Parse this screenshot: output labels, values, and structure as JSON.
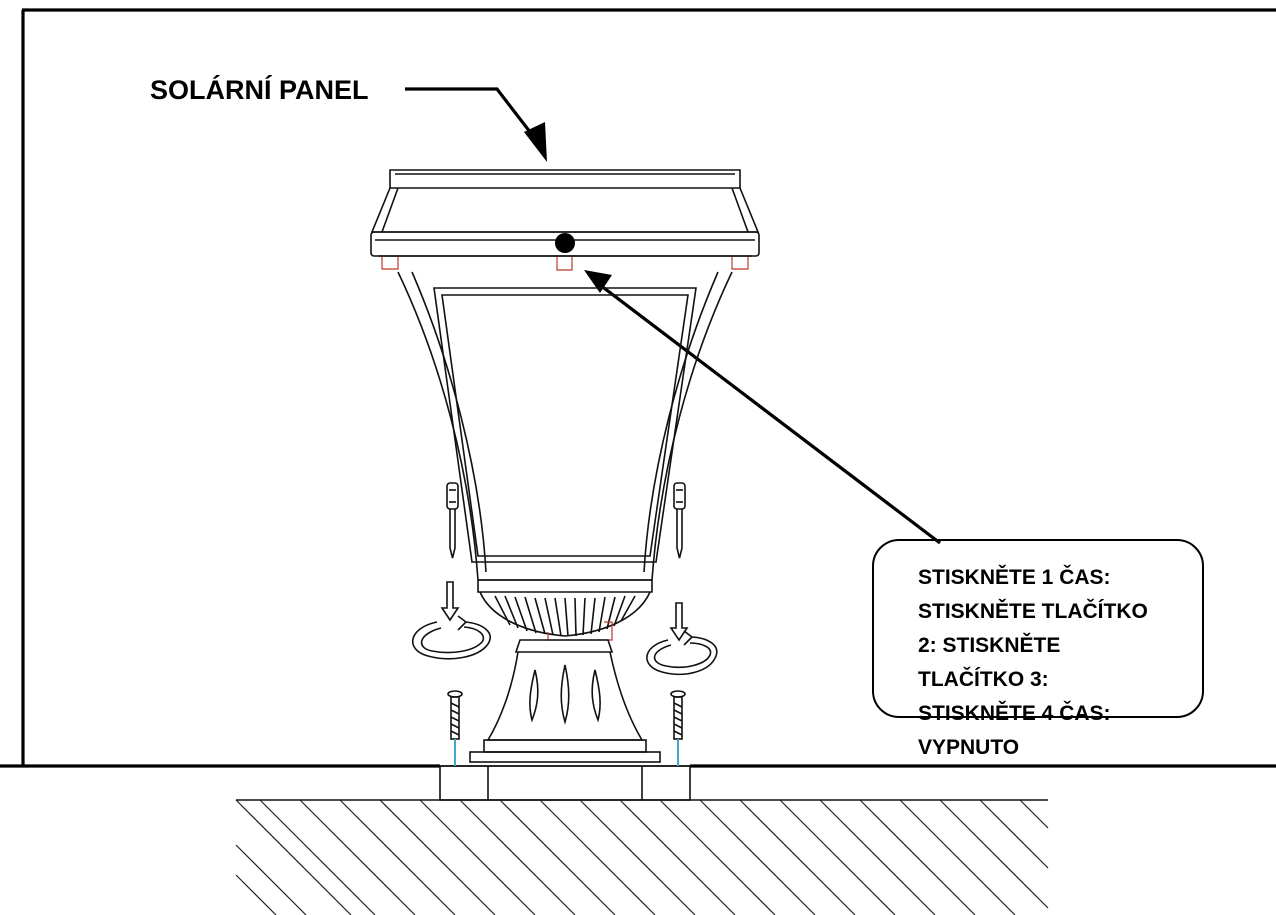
{
  "solar_panel_label": "SOLÁRNÍ PANEL",
  "callout_lines": [
    "STISKNĚTE 1 ČAS:",
    "STISKNĚTE TLAČÍTKO",
    "2: STISKNĚTE",
    "TLAČÍTKO 3:",
    "STISKNĚTE 4 ČAS:",
    "VYPNUTO"
  ],
  "colors": {
    "line": "#111111",
    "accent_red": "#c0392b",
    "screw_tip": "#3fa9c9"
  }
}
